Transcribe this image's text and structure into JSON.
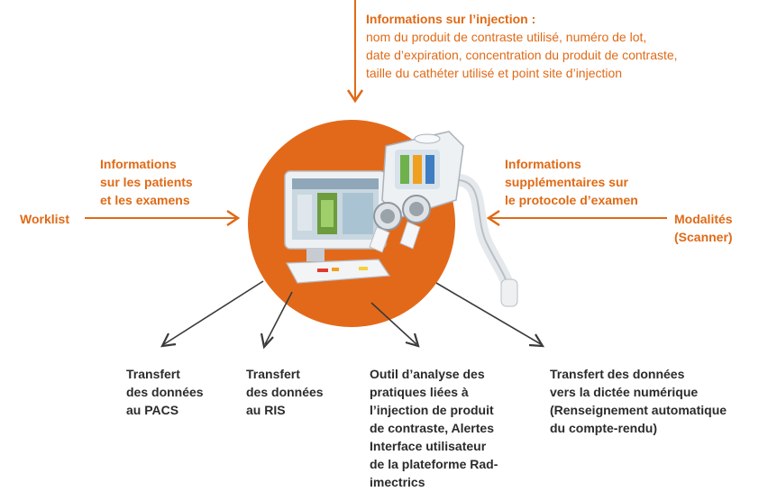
{
  "colors": {
    "accent": "#e06a16",
    "arrow_out": "#3a3a3a",
    "text_dark": "#2b2b2b"
  },
  "top_info": {
    "heading": "Informations sur l’injection :",
    "lines": [
      "nom du produit de contraste utilisé, numéro de lot,",
      "date d’expiration, concentration du produit de contraste,",
      "taille du cathéter utilisé et point site d’injection"
    ]
  },
  "left_info": {
    "lines": [
      "Informations",
      "sur les patients",
      "et les examens"
    ]
  },
  "worklist": {
    "label": "Worklist"
  },
  "right_info": {
    "lines": [
      "Informations",
      "supplémentaires sur",
      "le protocole d’examen"
    ]
  },
  "modalites": {
    "lines": [
      "Modalités",
      "(Scanner)"
    ]
  },
  "outputs": [
    {
      "lines": [
        "Transfert",
        "des données",
        "au PACS"
      ]
    },
    {
      "lines": [
        "Transfert",
        "des données",
        "au RIS"
      ]
    },
    {
      "lines": [
        "Outil d’analyse des",
        "pratiques liées à",
        "l’injection de produit",
        "de contraste, Alertes",
        "Interface utilisateur",
        "de la plateforme Rad-",
        "imectrics"
      ]
    },
    {
      "lines": [
        "Transfert des données",
        "vers la dictée numérique",
        "(Renseignement automatique",
        "du compte-rendu)"
      ]
    }
  ]
}
